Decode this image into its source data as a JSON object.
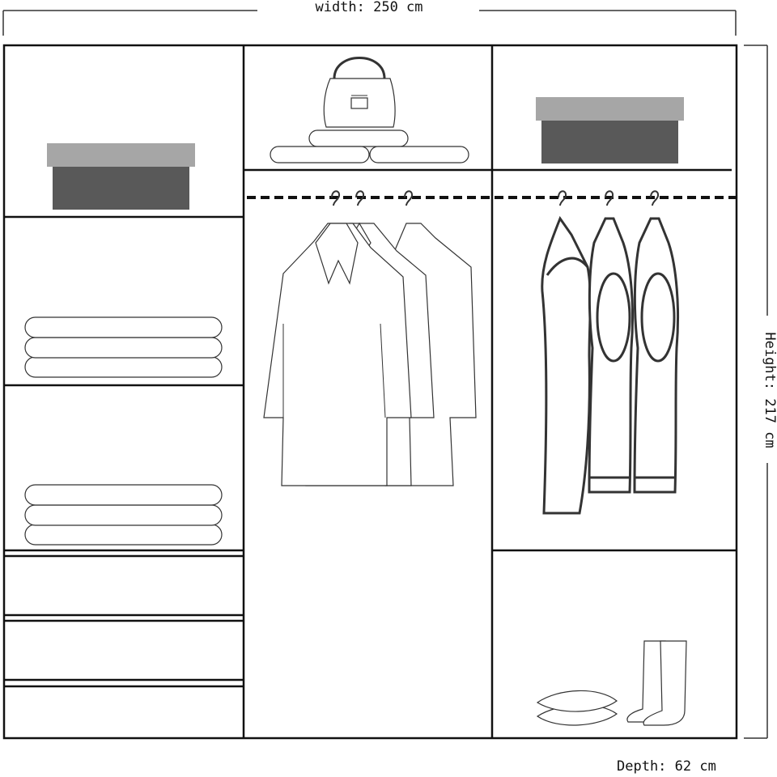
{
  "dimensions": {
    "width_label": "width: 250 cm",
    "height_label": "Height: 217 cm",
    "depth_label": "Depth: 62 cm"
  },
  "colors": {
    "outline": "#111111",
    "box_lid": "#a6a6a6",
    "box_body": "#595959"
  },
  "icons": [
    "storage-box-icon",
    "folded-clothes-icon",
    "handbag-icon",
    "coat-icon",
    "dress-icon",
    "boots-icon",
    "cushion-icon"
  ]
}
